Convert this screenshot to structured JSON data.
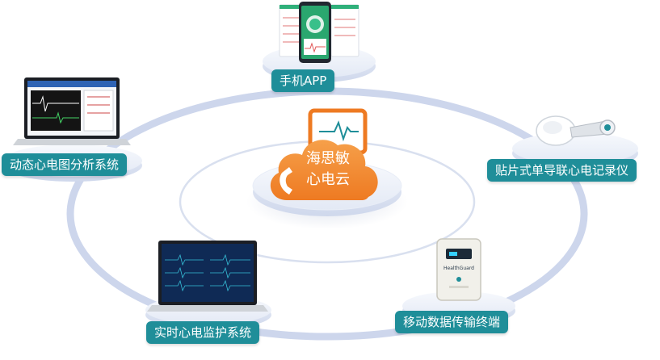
{
  "center": {
    "line1": "海思敏",
    "line2": "心电云"
  },
  "nodes": {
    "mobile_app": "手机APP",
    "holter_analysis": "动态心电图分析系统",
    "patch_recorder": "贴片式单导联心电记录仪",
    "realtime_monitor": "实时心电监护系统",
    "mobile_terminal": "移动数据传输终端"
  },
  "device_text": {
    "terminal_brand": "HealthGuard"
  },
  "colors": {
    "label_bg": "#1f8e99",
    "cloud_orange": "#f28a32",
    "ring": "#c9d3ea"
  }
}
